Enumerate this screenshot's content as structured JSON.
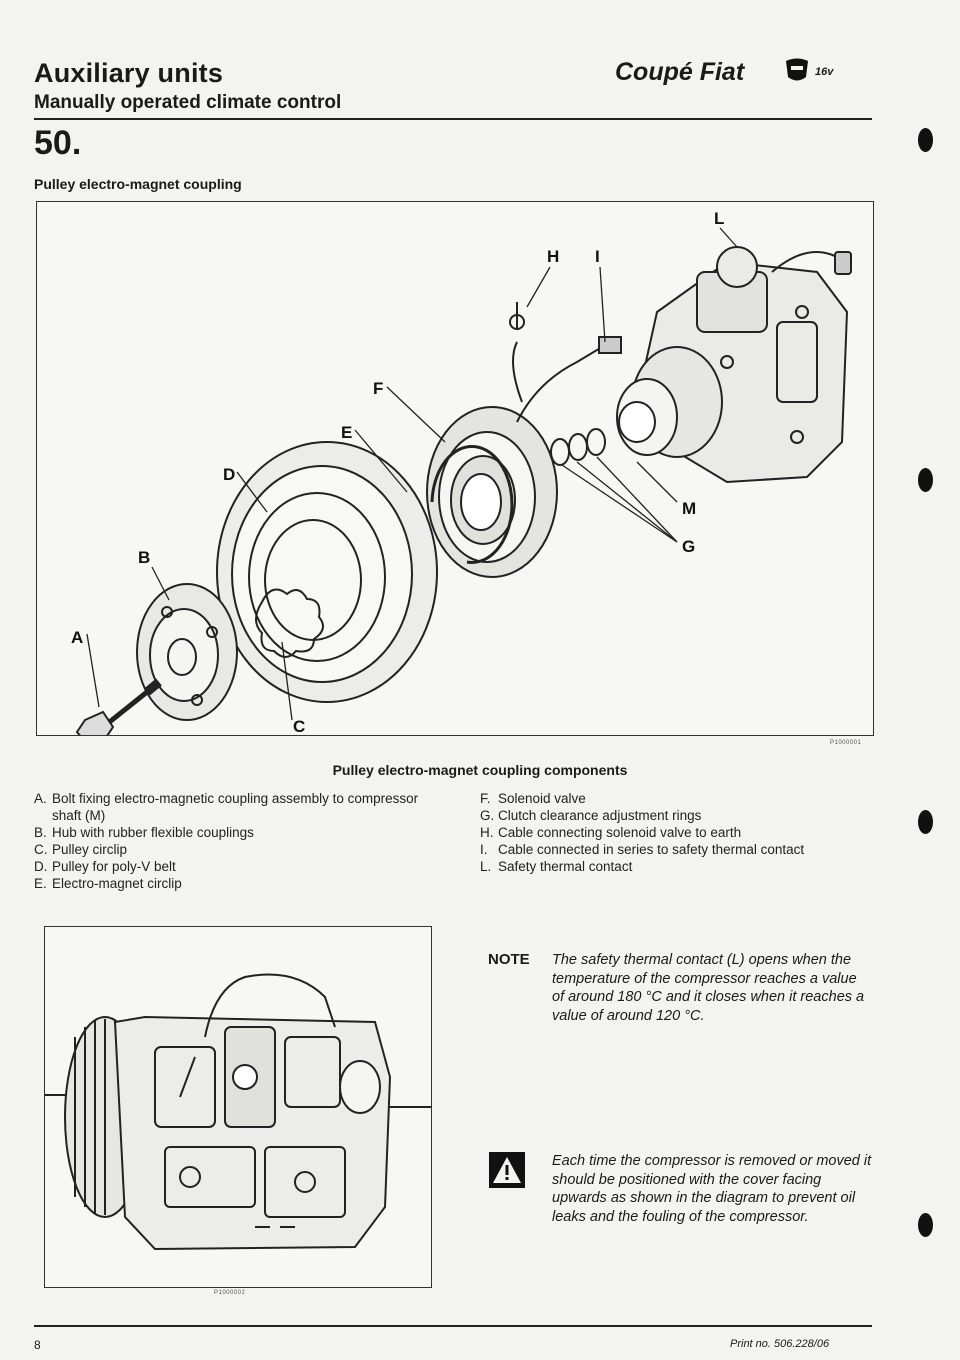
{
  "header": {
    "section_title": "Auxiliary units",
    "section_subtitle": "Manually operated climate control",
    "brand": "Coupé Fiat",
    "badge_text": "16v",
    "section_number": "50."
  },
  "figure1": {
    "heading": "Pulley electro-magnet coupling",
    "code": "P1000001",
    "caption": "Pulley electro-magnet coupling components",
    "callouts": [
      "A",
      "B",
      "C",
      "D",
      "E",
      "F",
      "G",
      "H",
      "I",
      "L",
      "M"
    ]
  },
  "legend_left": [
    {
      "key": "A.",
      "text": "Bolt fixing electro-magnetic coupling assembly to compressor shaft (M)"
    },
    {
      "key": "B.",
      "text": "Hub with rubber flexible couplings"
    },
    {
      "key": "C.",
      "text": "Pulley circlip"
    },
    {
      "key": "D.",
      "text": "Pulley for poly-V belt"
    },
    {
      "key": "E.",
      "text": "Electro-magnet circlip"
    }
  ],
  "legend_right": [
    {
      "key": "F.",
      "text": "Solenoid valve"
    },
    {
      "key": "G.",
      "text": "Clutch clearance adjustment rings"
    },
    {
      "key": "H.",
      "text": "Cable connecting solenoid valve to earth"
    },
    {
      "key": "I.",
      "text": "Cable connected in series to safety thermal contact"
    },
    {
      "key": "L.",
      "text": "Safety thermal contact"
    }
  ],
  "figure2": {
    "code": "P1000002"
  },
  "note": {
    "label": "NOTE",
    "text": "The safety thermal contact (L) opens when the temperature of the compressor reaches a value of around 180 °C and it closes when it reaches a value of around 120 °C."
  },
  "warning": {
    "icon": "warning-triangle-icon",
    "text": "Each time the compressor is removed or moved it should be positioned with the cover facing upwards as shown in the diagram to prevent oil leaks and the fouling of the compressor."
  },
  "footer": {
    "page_number": "8",
    "print_no": "Print no. 506.228/06"
  }
}
